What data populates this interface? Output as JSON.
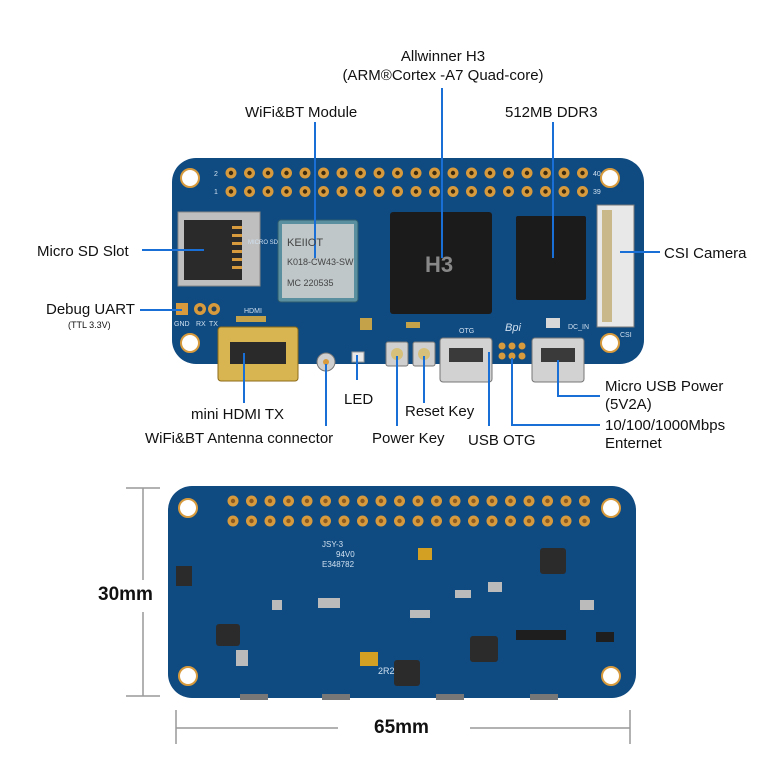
{
  "top_labels": {
    "soc_line1": "Allwinner H3",
    "soc_line2": "(ARM®Cortex -A7 Quad-core)",
    "wifi_module": "WiFi&BT Module",
    "ddr": "512MB DDR3",
    "micro_sd": "Micro SD Slot",
    "csi_camera": "CSI Camera",
    "debug_uart": "Debug UART",
    "debug_uart_voltage": "(TTL 3.3V)",
    "mini_hdmi": "mini HDMI TX",
    "antenna": "WiFi&BT Antenna connector",
    "led": "LED",
    "reset_key": "Reset Key",
    "power_key": "Power Key",
    "usb_otg": "USB OTG",
    "usb_power_line1": "Micro USB Power",
    "usb_power_line2": "(5V2A)",
    "ethernet_line1": "10/100/1000Mbps",
    "ethernet_line2": "Enternet"
  },
  "board_silkscreen": {
    "wifi_chip_line1": "KEIIOT",
    "wifi_chip_line2": "K018-CW43-SW",
    "wifi_chip_line3": "MC 220535",
    "soc_chip_text": "H3",
    "hdmi_text": "HDMI",
    "micro_sd_text": "MICRO SD",
    "gnd": "GND",
    "rx": "RX",
    "tx": "TX",
    "otg": "OTG",
    "dc_in": "DC_IN",
    "csi": "CSI",
    "bpi": "Bpi",
    "pin2": "2",
    "pin1": "1",
    "pin40": "40",
    "pin39": "39",
    "bottom_jsy": "JSY-3",
    "bottom_94v0": "94V0",
    "bottom_e": "E348782",
    "bottom_2r2": "2R2"
  },
  "dimensions": {
    "height": "30mm",
    "width": "65mm"
  },
  "colors": {
    "pcb": "#0f4a80",
    "pcb_dark": "#0a3660",
    "gold": "#d79a3c",
    "leader": "#1a6fd6",
    "chip": "#1b1b1b",
    "silver": "#c8c8c8"
  }
}
